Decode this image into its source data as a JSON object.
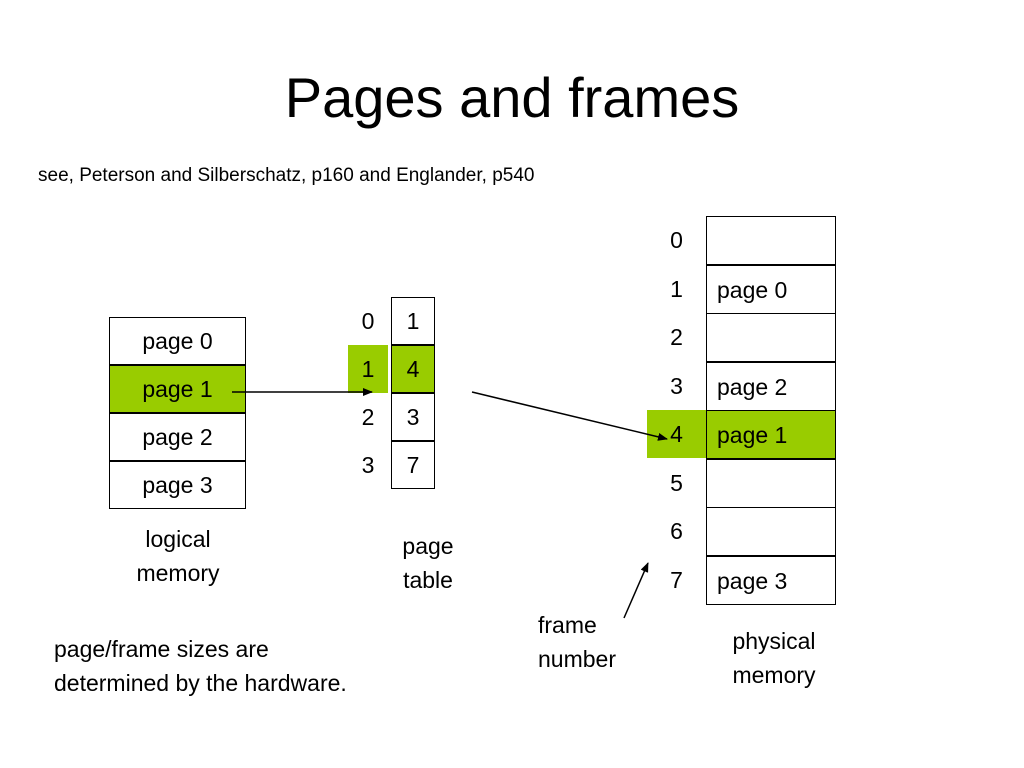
{
  "title": "Pages and frames",
  "subtitle": "see, Peterson and Silberschatz, p160 and Englander, p540",
  "colors": {
    "highlight": "#99cc00",
    "line": "#000000"
  },
  "logical_memory": {
    "cells": [
      "page 0",
      "page 1",
      "page 2",
      "page 3"
    ],
    "highlighted_index": 1,
    "label_line1": "logical",
    "label_line2": "memory"
  },
  "page_table": {
    "indices": [
      "0",
      "1",
      "2",
      "3"
    ],
    "frames": [
      "1",
      "4",
      "3",
      "7"
    ],
    "highlighted_index": 1,
    "label_line1": "page",
    "label_line2": "table"
  },
  "physical_memory": {
    "frame_numbers": [
      "0",
      "1",
      "2",
      "3",
      "4",
      "5",
      "6",
      "7"
    ],
    "cells": [
      "",
      "page 0",
      "",
      "page 2",
      "page 1",
      "",
      "",
      "page 3"
    ],
    "highlighted_index": 4,
    "label_line1": "physical",
    "label_line2": "memory"
  },
  "frame_number_label": {
    "line1": "frame",
    "line2": "number"
  },
  "note": {
    "line1": "page/frame sizes are",
    "line2": "determined by the hardware."
  }
}
